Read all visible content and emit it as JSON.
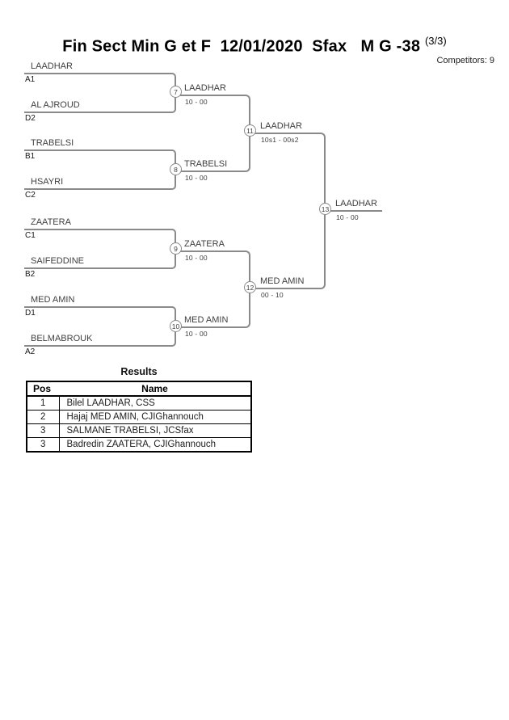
{
  "header": {
    "title": "Fin Sect Min G et F  12/01/2020  Sfax   M G -38",
    "edition": "(3/3)",
    "competitors": "Competitors: 9"
  },
  "bracket": {
    "round1": [
      {
        "match": "7",
        "player1": {
          "name": "LAADHAR",
          "seed": "A1"
        },
        "player2": {
          "name": "AL AJROUD",
          "seed": "D2"
        },
        "winner": "LAADHAR",
        "score": "10 - 00"
      },
      {
        "match": "8",
        "player1": {
          "name": "TRABELSI",
          "seed": "B1"
        },
        "player2": {
          "name": "HSAYRI",
          "seed": "C2"
        },
        "winner": "TRABELSI",
        "score": "10 - 00"
      },
      {
        "match": "9",
        "player1": {
          "name": "ZAATERA",
          "seed": "C1"
        },
        "player2": {
          "name": "SAIFEDDINE",
          "seed": "B2"
        },
        "winner": "ZAATERA",
        "score": "10 - 00"
      },
      {
        "match": "10",
        "player1": {
          "name": "MED AMIN",
          "seed": "D1"
        },
        "player2": {
          "name": "BELMABROUK",
          "seed": "A2"
        },
        "winner": "MED AMIN",
        "score": "10 - 00"
      }
    ],
    "semifinals": [
      {
        "match": "11",
        "winner": "LAADHAR",
        "score": "10s1 - 00s2"
      },
      {
        "match": "12",
        "winner": "MED AMIN",
        "score": "00 - 10"
      }
    ],
    "final": {
      "match": "13",
      "winner": "LAADHAR",
      "score": "10 - 00"
    }
  },
  "results": {
    "heading": "Results",
    "columns": {
      "pos": "Pos",
      "name": "Name"
    },
    "rows": [
      {
        "pos": "1",
        "name": "Bilel LAADHAR, CSS"
      },
      {
        "pos": "2",
        "name": "Hajaj MED AMIN, CJIGhannouch"
      },
      {
        "pos": "3",
        "name": "SALMANE TRABELSI, JCSfax"
      },
      {
        "pos": "3",
        "name": "Badredin ZAATERA, CJIGhannouch"
      }
    ]
  },
  "colors": {
    "bracket_line": "#8a8a8a",
    "table_border": "#000000"
  }
}
